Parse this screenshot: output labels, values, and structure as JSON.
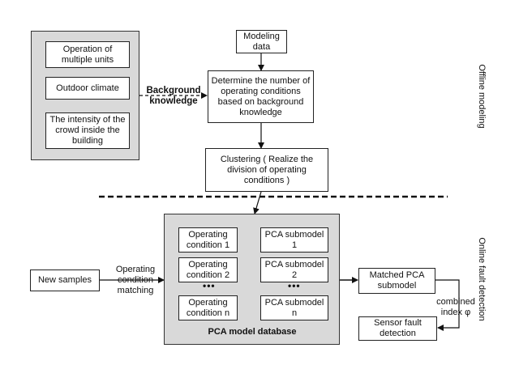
{
  "background_panel": {
    "items": [
      "Operation of multiple units",
      "Outdoor climate",
      "The intensity of the crowd inside the building"
    ]
  },
  "background_knowledge_label": "Background knowledge",
  "modeling_data": "Modeling data",
  "determine_box": "Determine the number of operating conditions based on background knowledge",
  "clustering_box": "Clustering ( Realize the division of operating conditions )",
  "side_labels": {
    "offline": "Offline modeling",
    "online": "Online fault detection"
  },
  "new_samples": "New samples",
  "matching_label": "Operating condition matching",
  "database": {
    "title": "PCA model database",
    "conditions": [
      "Operating condition 1",
      "Operating condition 2",
      "Operating condition n"
    ],
    "submodels": [
      "PCA submodel 1",
      "PCA submodel 2",
      "PCA submodel n"
    ],
    "ellipsis": "•••"
  },
  "matched_box": "Matched PCA submodel",
  "combined_index": "combined index φ",
  "sensor_fault": "Sensor fault detection"
}
